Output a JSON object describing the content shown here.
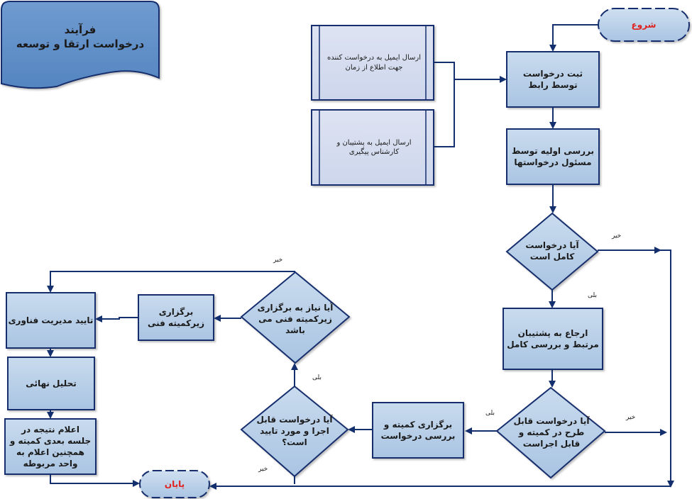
{
  "title": {
    "line1": "فرآیند",
    "line2": "درخواست ارتقا و توسعه"
  },
  "colors": {
    "stroke": "#132f6e",
    "process_fill": "#b8cfe6",
    "title_fill": "#6492c8",
    "subprocess_fill": "#d5dcee",
    "terminal_text": "#e0201c"
  },
  "nodes": {
    "start": "شروع",
    "end": "پایان",
    "register": "ثبت درخواست توسط رابط",
    "email_requester": "ارسال ایمیل به درخواست کننده جهت اطلاع از زمان",
    "email_support": "ارسال ایمیل به پشتیبان و کارشناس پیگیری",
    "initial_review": "بررسی اولیه توسط مسئول درخواستها",
    "is_complete": "آیا درخواست کامل است",
    "refer_support": "ارجاع به پشتیبان مرتبط و بررسی کامل",
    "is_committee_feasible": "آیا درخواست قابل طرح در کمیته و قابل اجراست",
    "hold_committee": "برگزاری کمیته و بررسی درخواست",
    "is_approved": "آیا درخواست قابل اجرا و مورد تایید است؟",
    "need_subcommittee": "آیا نیاز به برگزاری زیرکمیته فنی می باشد",
    "hold_subcommittee": "برگزاری زیرکمیته فنی",
    "it_approval": "تایید مدیریت فناوری",
    "final_analysis": "تحلیل نهائی",
    "announce_result": "اعلام نتیجه در جلسه بعدی کمیته و همچنین اعلام به واحد مربوطه"
  },
  "edge_labels": {
    "complete_no": "خیر",
    "complete_yes": "بلی",
    "feasible_yes": "بلی",
    "feasible_no": "خیر",
    "approved_yes": "بلی",
    "approved_no": "خیر",
    "subcommittee_no": "خیر"
  }
}
